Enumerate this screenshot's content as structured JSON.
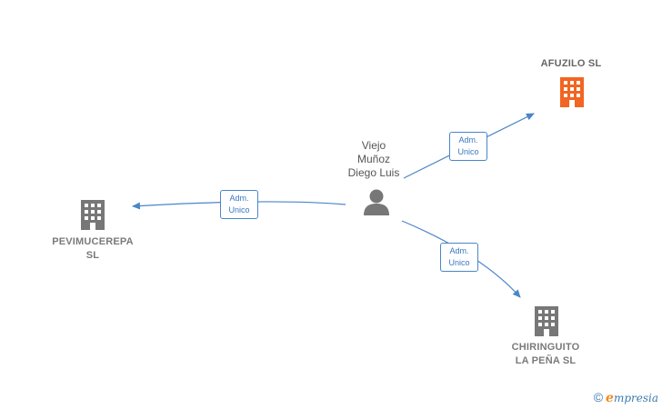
{
  "person": {
    "name_lines": [
      "Viejo",
      "Muñoz",
      "Diego Luis"
    ],
    "icon": "person-icon"
  },
  "companies": {
    "afuzilo": {
      "label_lines": [
        "AFUZILO  SL"
      ],
      "icon": "building-icon",
      "color": "#f26522"
    },
    "pevimucerepa": {
      "label_lines": [
        "PEVIMUCEREPA",
        "SL"
      ],
      "icon": "building-icon",
      "color": "#777777"
    },
    "chiringuito": {
      "label_lines": [
        "CHIRINGUITO",
        "LA PEÑA  SL"
      ],
      "icon": "building-icon",
      "color": "#777777"
    }
  },
  "edges": [
    {
      "to": "afuzilo",
      "label_lines": [
        "Adm.",
        "Unico"
      ]
    },
    {
      "to": "pevimucerepa",
      "label_lines": [
        "Adm.",
        "Unico"
      ]
    },
    {
      "to": "chiringuito",
      "label_lines": [
        "Adm.",
        "Unico"
      ]
    }
  ],
  "edge_color": "#4a86c8",
  "footer": {
    "copyright_symbol": "©",
    "brand_initial": "e",
    "brand_rest": "mpresia"
  }
}
